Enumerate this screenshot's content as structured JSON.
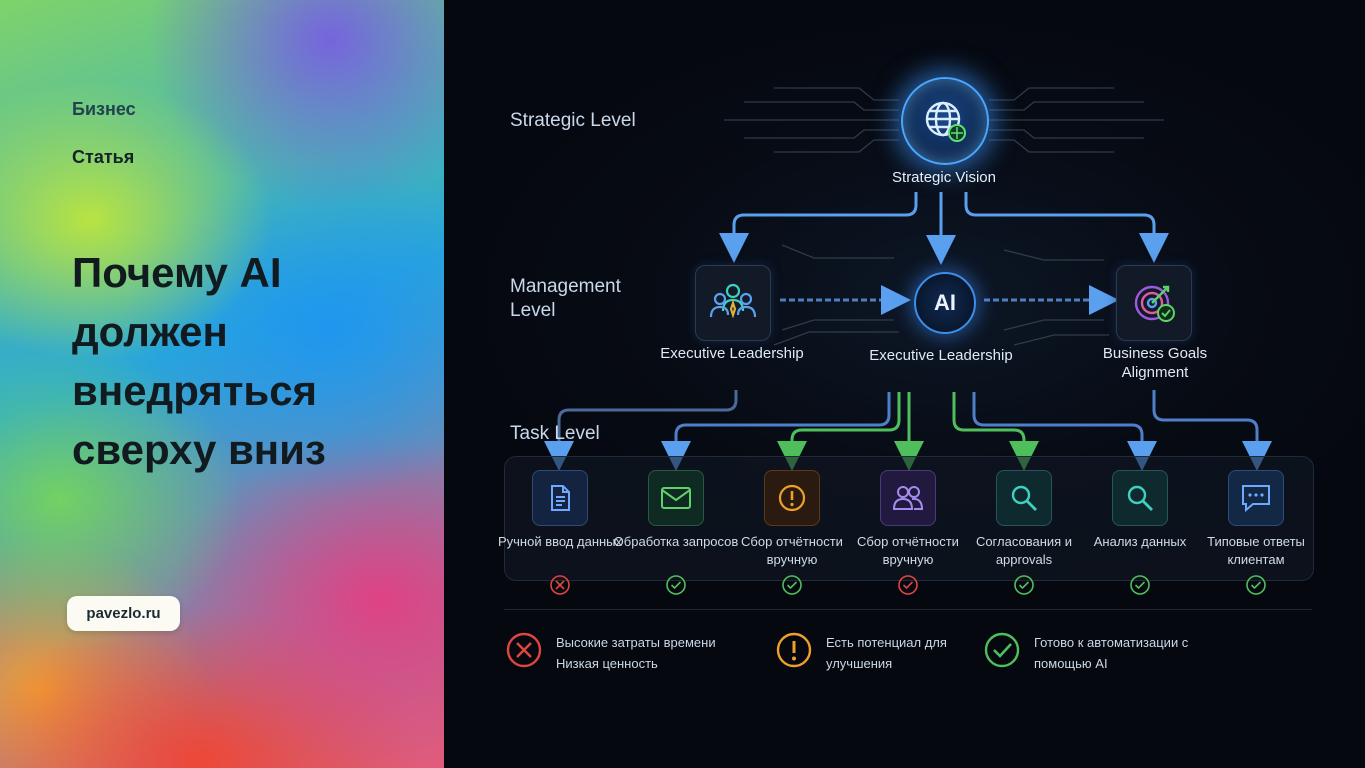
{
  "sidebar": {
    "category": "Бизнес",
    "type": "Статья",
    "title": "Почему AI должен внедряться сверху вниз",
    "badge": "pavezlo.ru"
  },
  "diagram": {
    "levels": {
      "strategic": "Strategic Level",
      "management": "Management Level",
      "task": "Task Level"
    },
    "strategic_node": {
      "label": "Strategic Vision",
      "icon": "globe-icon"
    },
    "management_nodes": [
      {
        "label": "Executive Leadership",
        "icon": "team-icon"
      },
      {
        "label": "AI",
        "sublabel": "Executive Leadership",
        "icon": "ai-icon"
      },
      {
        "label": "Business Goals Alignment",
        "icon": "target-check-icon"
      }
    ],
    "tasks": [
      {
        "label": "Ручной ввод данных",
        "icon": "document-icon",
        "status": "bad"
      },
      {
        "label": "Обработка запросов",
        "icon": "mail-icon",
        "status": "good"
      },
      {
        "label": "Сбор отчётности вручную",
        "icon": "alert-icon",
        "status": "good"
      },
      {
        "label": "Сбор отчётности вручную",
        "icon": "people-icon",
        "status": "bad"
      },
      {
        "label": "Согласования и approvals",
        "icon": "search-icon",
        "status": "good"
      },
      {
        "label": "Анализ данных",
        "icon": "search-icon",
        "status": "good"
      },
      {
        "label": "Типовые ответы клиентам",
        "icon": "chat-icon",
        "status": "good"
      }
    ],
    "legend": [
      {
        "type": "bad",
        "text": "Высокие затраты времени Низкая ценность"
      },
      {
        "type": "warn",
        "text": "Есть потенциал для улучшения"
      },
      {
        "type": "good",
        "text": "Готово к автоматизации с помощью AI"
      }
    ],
    "colors": {
      "blue": "#4f96e8",
      "green": "#4fbf5c",
      "red": "#e0453f",
      "amber": "#f0a02a"
    }
  }
}
